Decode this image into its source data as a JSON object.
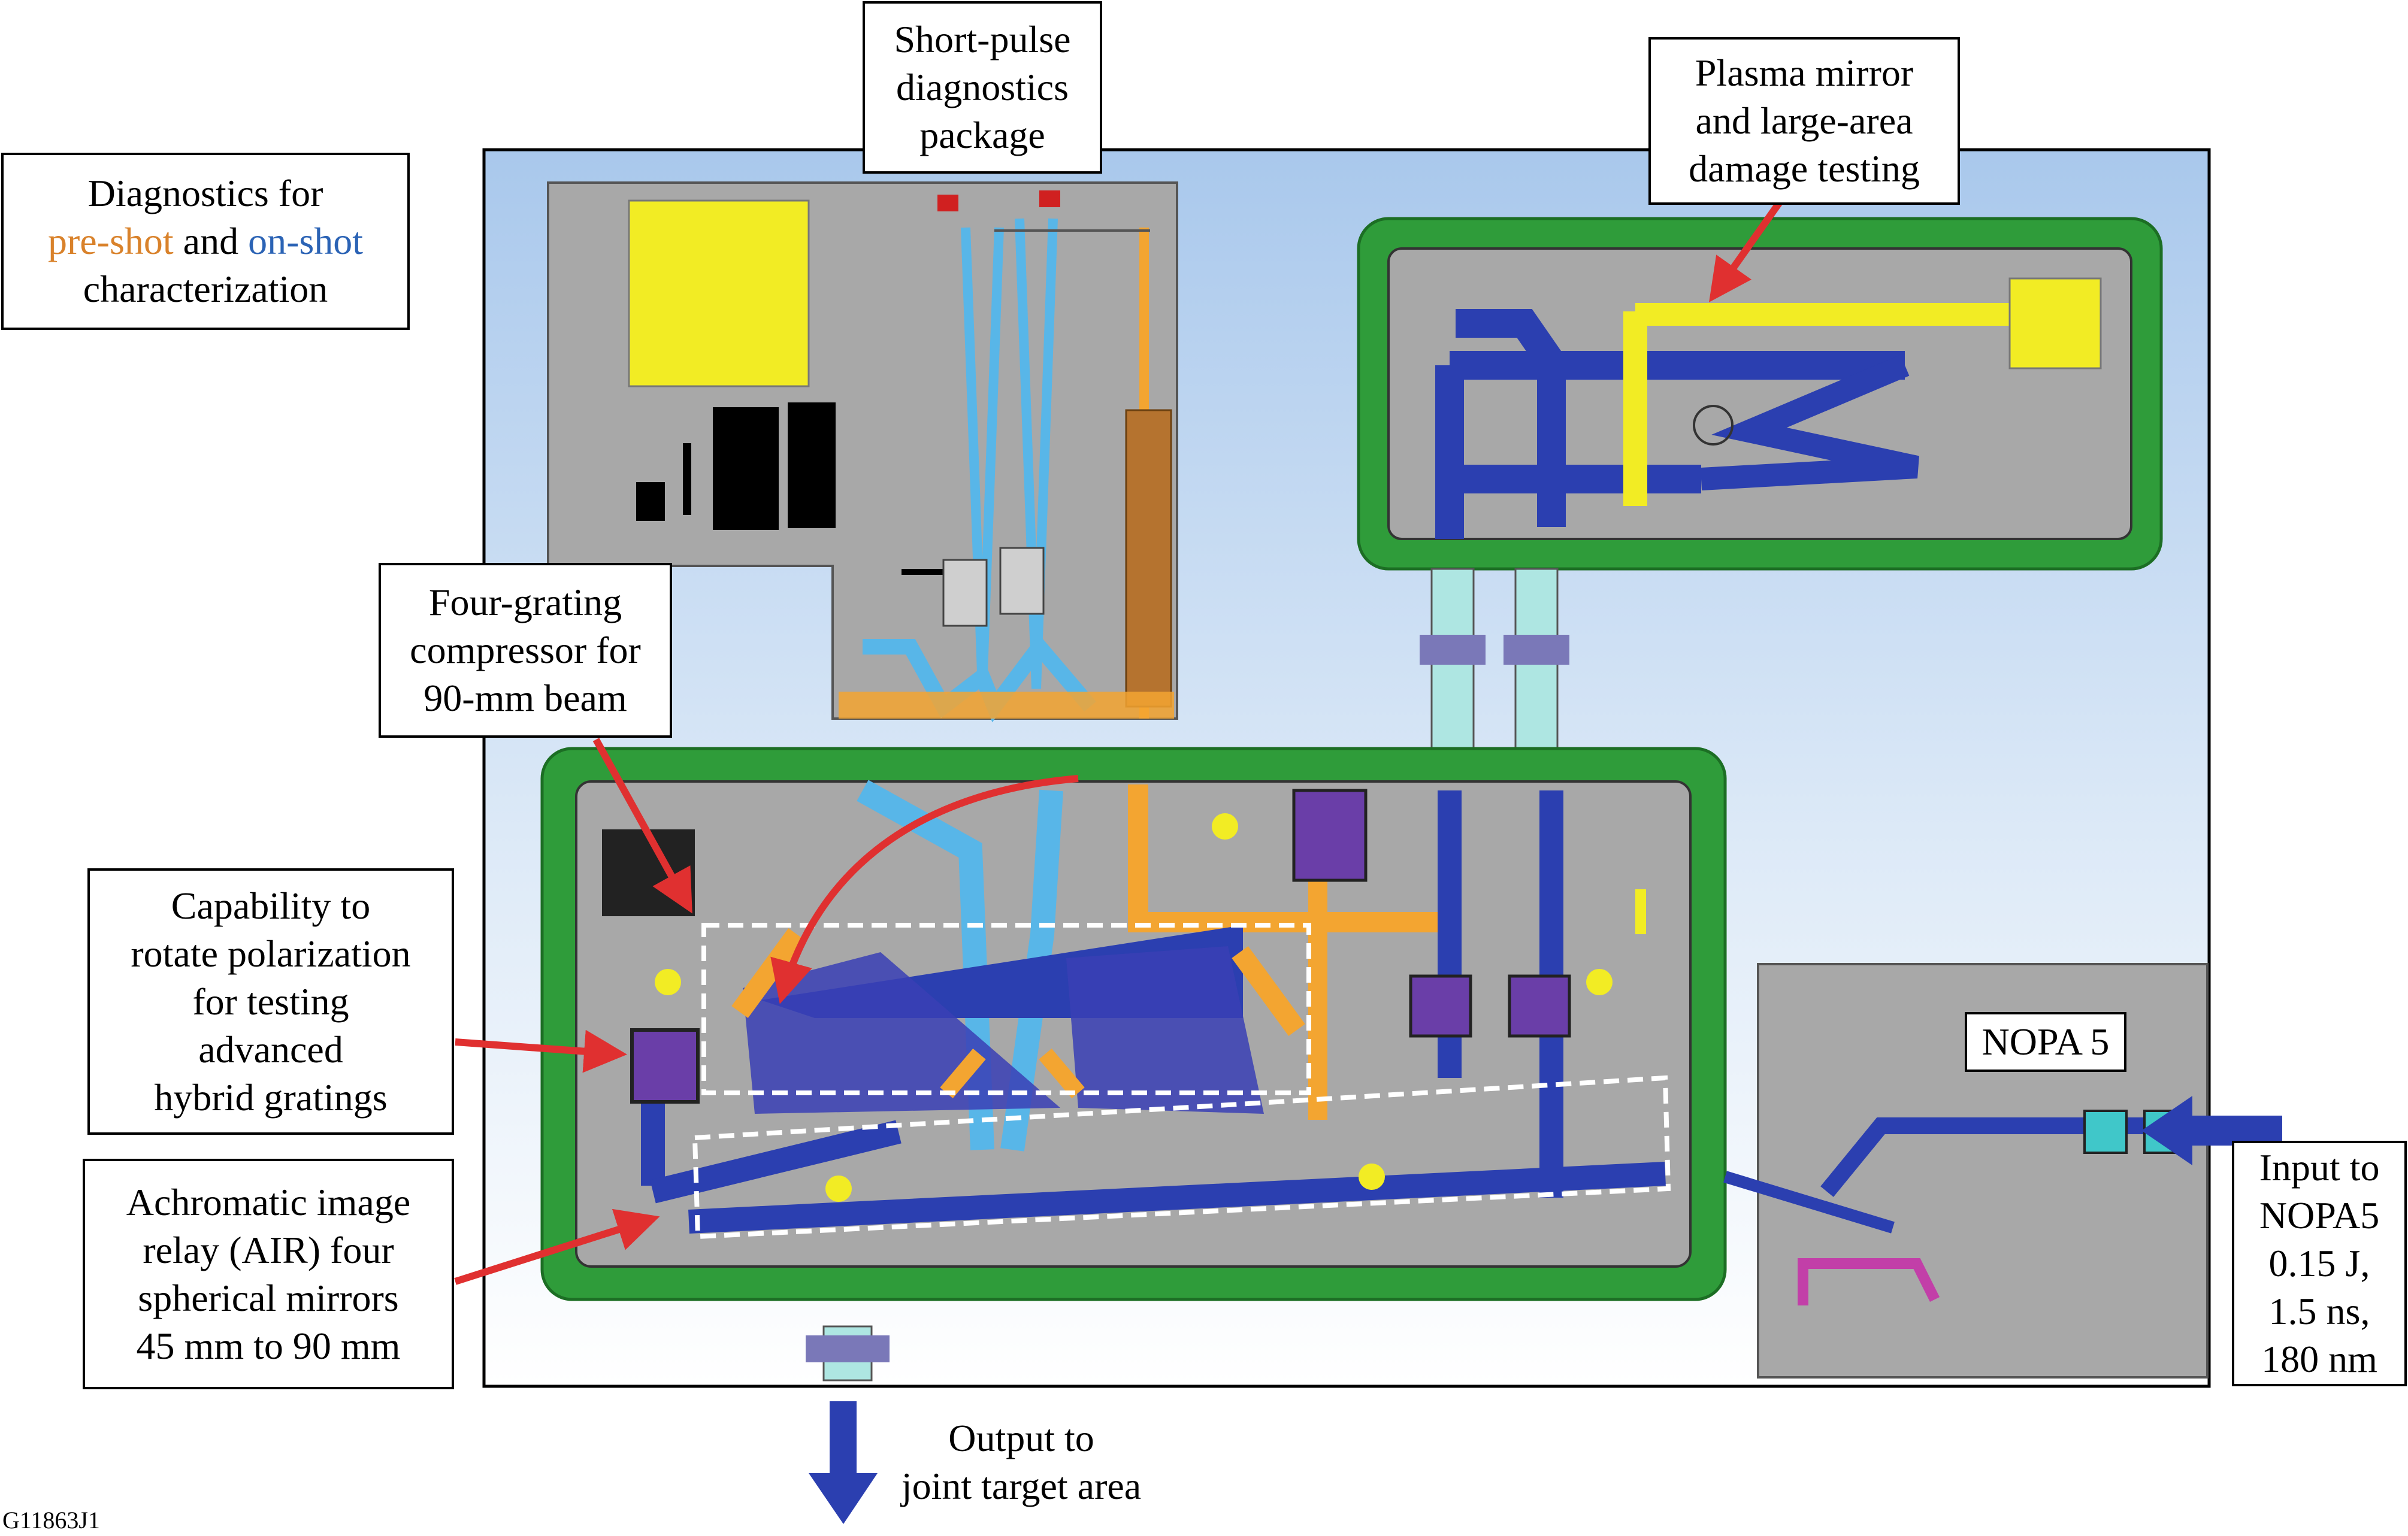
{
  "colors": {
    "background_sky_top": "#a9c8ec",
    "background_sky_bottom": "#ffffff",
    "enclosure_green": "#2f9c3a",
    "table_gray": "#a8a8a8",
    "beam_blue": "#2b3fb0",
    "beam_light_blue": "#58b6e8",
    "beam_orange": "#f3a531",
    "beam_yellow": "#f2ec24",
    "beam_magenta": "#c23fa8",
    "arrow_red": "#e03030",
    "arrow_blue": "#2b3fb0",
    "pre_shot_orange": "#d9822b",
    "on_shot_blue": "#2b63b5"
  },
  "labels": {
    "diagnostics": {
      "line1": "Diagnostics for",
      "pre_shot": "pre-shot",
      "and": " and ",
      "on_shot": "on-shot",
      "line3": "characterization"
    },
    "short_pulse": [
      "Short-pulse",
      "diagnostics",
      "package"
    ],
    "plasma_mirror": [
      "Plasma mirror",
      "and large-area",
      "damage testing"
    ],
    "compressor": [
      "Four-grating",
      "compressor for",
      "90-mm beam"
    ],
    "polarization": [
      "Capability to",
      "rotate polarization",
      "for testing",
      "advanced",
      "hybrid gratings"
    ],
    "air": [
      "Achromatic image",
      "relay (AIR) four",
      "spherical mirrors",
      "45 mm to 90 mm"
    ],
    "nopa": "NOPA 5",
    "input": [
      "Input to",
      "NOPA5",
      "0.15 J,",
      "1.5 ns,",
      "180 nm"
    ],
    "output": [
      "Output to",
      "joint target area"
    ],
    "figure_id": "G11863J1"
  }
}
